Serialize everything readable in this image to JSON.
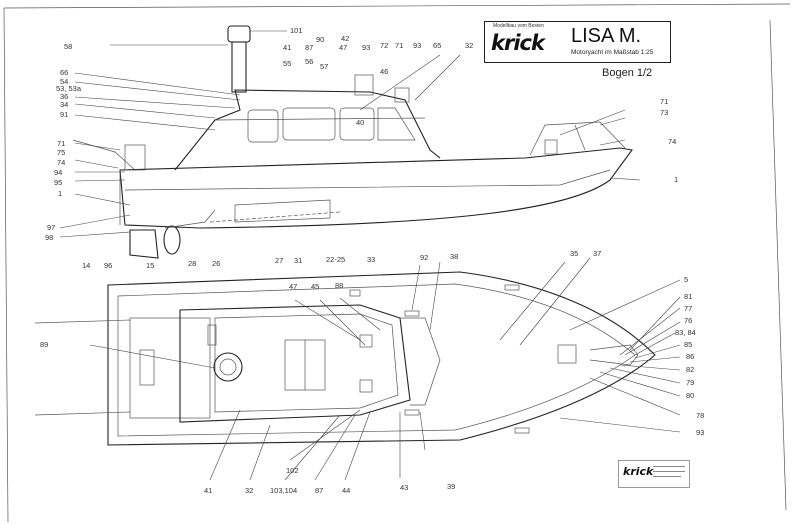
{
  "title_block": {
    "tagline": "Modellbau vom Besten",
    "brand": "krick",
    "model": "LISA M.",
    "subtitle": "Motoryacht im Maßstab 1:25",
    "sheet": "Bogen 1/2"
  },
  "footer_logo": {
    "brand": "krick"
  },
  "side_view_labels": [
    "101",
    "90",
    "42",
    "41",
    "87",
    "47",
    "93",
    "72",
    "71",
    "93",
    "65",
    "32",
    "58",
    "55",
    "56",
    "57",
    "46",
    "66",
    "54",
    "53, 53a",
    "36",
    "34",
    "91",
    "40",
    "71",
    "73",
    "71",
    "75",
    "74",
    "94",
    "95",
    "74",
    "1",
    "1",
    "97",
    "98",
    "14",
    "96",
    "15",
    "28",
    "26",
    "27",
    "31",
    "22-25",
    "33"
  ],
  "plan_view_labels": [
    "92",
    "38",
    "35",
    "37",
    "5",
    "47",
    "45",
    "88",
    "81",
    "77",
    "76",
    "83, 84",
    "89",
    "85",
    "86",
    "82",
    "79",
    "80",
    "78",
    "93",
    "102",
    "41",
    "32",
    "103,104",
    "87",
    "44",
    "43",
    "39"
  ],
  "colors": {
    "line": "#333333",
    "paper": "#ffffff"
  }
}
